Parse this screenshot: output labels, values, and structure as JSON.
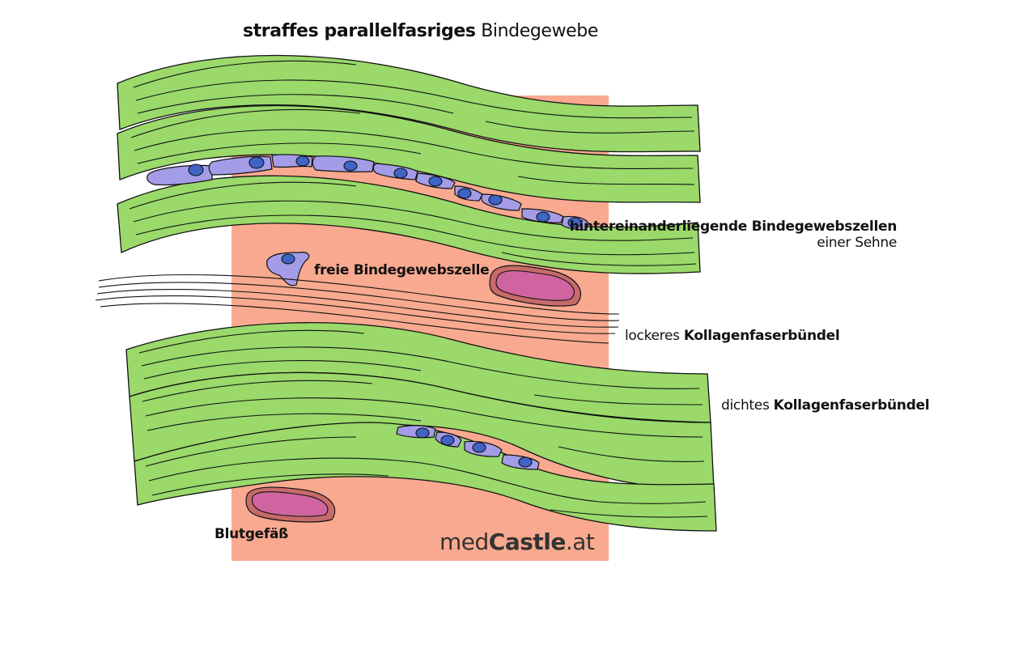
{
  "figure": {
    "title_bold": "straffes parallelfasriges",
    "title_regular": "Bindegewebe",
    "labels": {
      "cells_in_row_bold": "hintereinanderliegende Bindegewebszellen",
      "cells_in_row_regular": "einer Sehne",
      "free_cell": "freie Bindegewebszelle",
      "loose_bundle_regular": "lockeres",
      "loose_bundle_bold": "Kollagenfaserbündel",
      "dense_bundle_regular": "dichtes",
      "dense_bundle_bold": "Kollagenfaserbündel",
      "blood_vessel": "Blutgefäß"
    },
    "watermark": {
      "part1": "med",
      "part2": "Castle",
      "part3": ".at"
    }
  },
  "colors": {
    "background_tissue": "#f9a98f",
    "fiber_bundle": "#9ad96a",
    "cell_body": "#a49ce6",
    "cell_nucleus": "#3f63c6",
    "vessel_fill": "#d064a0",
    "vessel_wall": "#c86a6a"
  }
}
